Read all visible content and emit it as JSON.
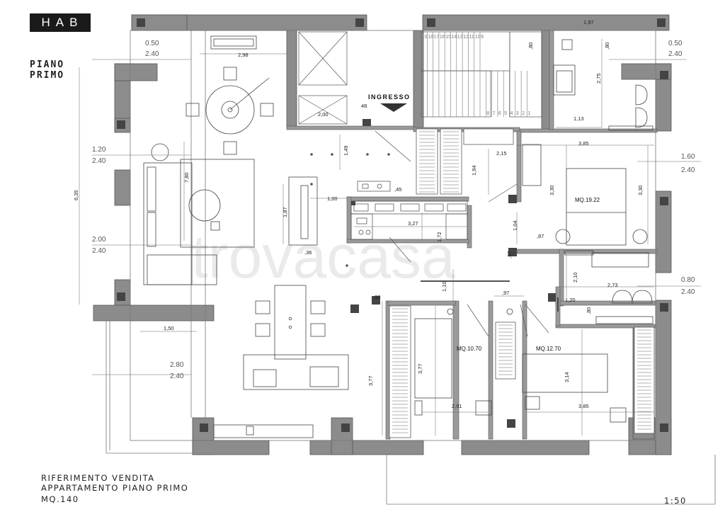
{
  "brand": {
    "logo_text": "HAB"
  },
  "plan": {
    "title_line1": "PIANO",
    "title_line2": "PRIMO",
    "entrance_label": "INGRESSO",
    "watermark": "trovacasa",
    "footer_line1": "RIFERIMENTO VENDITA",
    "footer_line2": "APPARTAMENTO  PIANO PRIMO",
    "footer_line3": "MQ.140",
    "scale": "1:50"
  },
  "rooms": {
    "bedroom_main": "MQ.19.22",
    "bedroom_left": "MQ.10.70",
    "bedroom_right": "MQ.12.70"
  },
  "window_heights": {
    "top_left": {
      "sill": "0.50",
      "head": "2.40"
    },
    "top_right": {
      "sill": "0.50",
      "head": "2.40"
    },
    "left_1": {
      "sill": "1.20",
      "head": "2.40"
    },
    "left_2": {
      "sill": "2.00",
      "head": "2.40"
    },
    "right_1": {
      "sill": "1.60",
      "head": "2.40"
    },
    "right_2": {
      "sill": "0.80",
      "head": "2.40"
    },
    "balcony": {
      "sill": "2.80",
      "head": "2.40"
    }
  },
  "dimensions": {
    "living_width": "2,98",
    "lift_width": "2,00",
    "stair_gap": "48",
    "left_height": "6,35",
    "sofa_len": "7,80",
    "hall_depth": "1,49",
    "hall_width": "1,00",
    "closet_h": "1,87",
    "closet_w": ",36",
    "balcony_w": "1,50",
    "kitchen_len": "3,27",
    "kitchen_depth": "1,72",
    "corr_h": "1,94",
    "corr_w": "2,15",
    "bed_w": "3,85",
    "bed_h_left": "3,30",
    "bed_h_right": "3,30",
    "door_104": "1,04",
    "door_87": ",87",
    "door_37": ",37",
    "wall_80_left": ",80",
    "corr_110": "1,10",
    "door_97": ",97",
    "bath2_h": "2,10",
    "bath2_w": "2,73",
    "bath2_120": "1,20",
    "bath2_80": ",80",
    "bath1_w": "1,97",
    "bath1_80a": ",80",
    "bath1_80b": ",80",
    "bath1_h": "2,75",
    "bath1_113": "1,13",
    "bed2_h": "3,77",
    "bed2_h_inner": "3,77",
    "bed2_w": "2,91",
    "bed3_h": "3,14",
    "bed3_w": "3,85",
    "stair_45": ",45"
  },
  "stair_numbers": [
    "19",
    "18",
    "17",
    "16",
    "15",
    "14",
    "13",
    "12",
    "11",
    "10",
    "9",
    "8",
    "7",
    "6",
    "5",
    "4",
    "3",
    "2",
    "1"
  ]
}
